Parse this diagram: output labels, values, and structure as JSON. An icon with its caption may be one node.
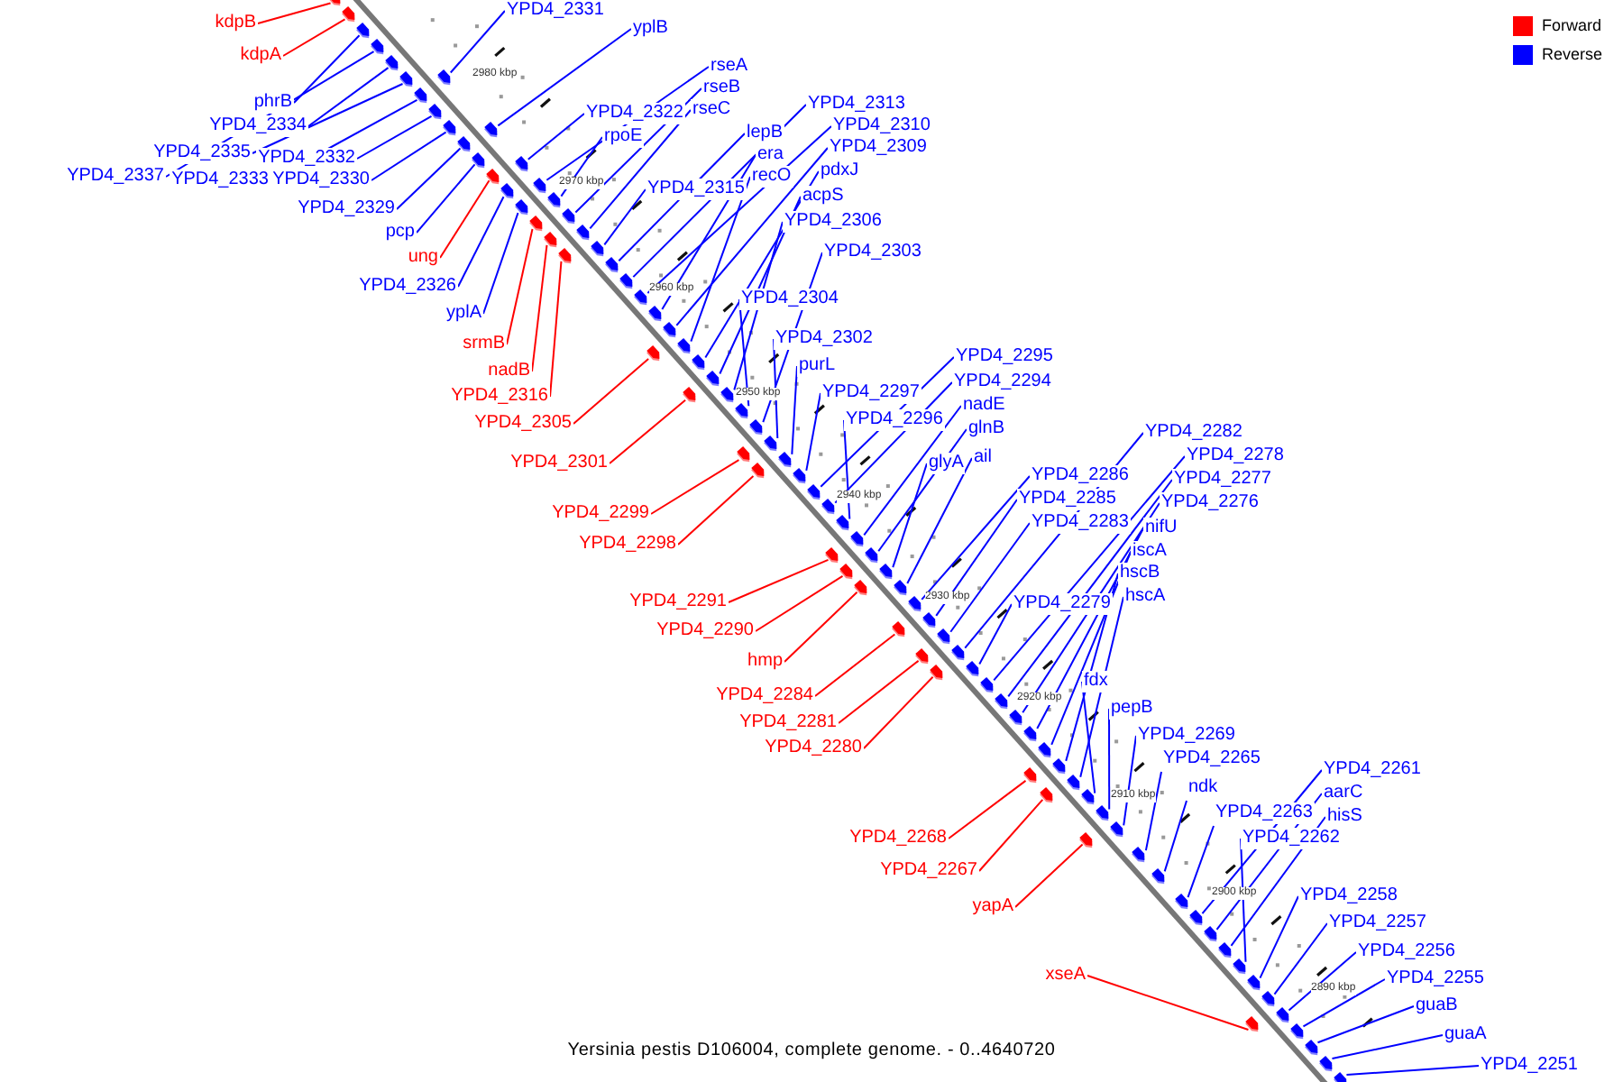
{
  "diagram": {
    "caption": "Yersinia pestis D106004, complete genome. - 0..4640720",
    "nodes": [
      {
        "text": [
          "kdpB"
        ]
      },
      {
        "text": [
          "kdpA"
        ]
      },
      {
        "text": [
          "phrB"
        ]
      },
      {
        "text": [
          "YPD4_2334"
        ]
      },
      {
        "text": [
          "YPD4_2335"
        ]
      },
      {
        "text": [
          "YPD4_2332"
        ]
      },
      {
        "text": [
          "YPD4_2337"
        ]
      },
      {
        "text": [
          "YPD4_2333"
        ]
      },
      {
        "text": [
          "YPD4_2330"
        ]
      },
      {
        "text": [
          "YPD4_2329"
        ]
      },
      {
        "text": [
          "pcp"
        ]
      },
      {
        "text": [
          "ung"
        ]
      },
      {
        "text": [
          "YPD4_2326"
        ]
      },
      {
        "text": [
          "yplA"
        ]
      },
      {
        "text": [
          "srmB"
        ]
      },
      {
        "text": [
          "nadB"
        ]
      },
      {
        "text": [
          "YPD4_2316"
        ]
      },
      {
        "text": [
          "YPD4_2305"
        ]
      },
      {
        "text": [
          "YPD4_2301"
        ]
      },
      {
        "text": [
          "YPD4_2299"
        ]
      },
      {
        "text": [
          "YPD4_2298"
        ]
      },
      {
        "text": [
          "YPD4_2291"
        ]
      },
      {
        "text": [
          "YPD4_2290"
        ]
      },
      {
        "text": [
          "hmp"
        ]
      },
      {
        "text": [
          "YPD4_2284"
        ]
      },
      {
        "text": [
          "YPD4_2281"
        ]
      },
      {
        "text": [
          "YPD4_2280"
        ]
      },
      {
        "text": [
          "YPD4_2268"
        ]
      },
      {
        "text": [
          "YPD4_2267"
        ]
      },
      {
        "text": [
          "yapA"
        ]
      },
      {
        "text": [
          "xseA"
        ]
      },
      {
        "text": [
          "YPD4_2331"
        ]
      },
      {
        "text": [
          "yplB"
        ]
      },
      {
        "text": [
          "rseA"
        ]
      },
      {
        "text": [
          "rseB"
        ]
      },
      {
        "text": [
          "rseC"
        ]
      },
      {
        "text": [
          "YPD4_2322"
        ]
      },
      {
        "text": [
          "rpoE"
        ]
      },
      {
        "text": [
          "YPD4_2313"
        ]
      },
      {
        "text": [
          "lepB"
        ]
      },
      {
        "text": [
          "YPD4_2310"
        ]
      },
      {
        "text": [
          "era"
        ]
      },
      {
        "text": [
          "YPD4_2309"
        ]
      },
      {
        "text": [
          "recO"
        ]
      },
      {
        "text": [
          "pdxJ"
        ]
      },
      {
        "text": [
          "YPD4_2315"
        ]
      },
      {
        "text": [
          "acpS"
        ]
      },
      {
        "text": [
          "YPD4_2306"
        ]
      },
      {
        "text": [
          "YPD4_2303"
        ]
      },
      {
        "text": [
          "YPD4_2304"
        ]
      },
      {
        "text": [
          "YPD4_2302"
        ]
      },
      {
        "text": [
          "purL"
        ]
      },
      {
        "text": [
          "YPD4_2297"
        ]
      },
      {
        "text": [
          "YPD4_2295"
        ]
      },
      {
        "text": [
          "YPD4_2294"
        ]
      },
      {
        "text": [
          "YPD4_2296"
        ]
      },
      {
        "text": [
          "nadE"
        ]
      },
      {
        "text": [
          "glnB"
        ]
      },
      {
        "text": [
          "glyA"
        ]
      },
      {
        "text": [
          "ail"
        ]
      },
      {
        "text": [
          "YPD4_2286"
        ]
      },
      {
        "text": [
          "YPD4_2285"
        ]
      },
      {
        "text": [
          "YPD4_2283"
        ]
      },
      {
        "text": [
          "YPD4_2282"
        ]
      },
      {
        "text": [
          "YPD4_2278"
        ]
      },
      {
        "text": [
          "YPD4_2277"
        ]
      },
      {
        "text": [
          "YPD4_2276"
        ]
      },
      {
        "text": [
          "nifU"
        ]
      },
      {
        "text": [
          "iscA"
        ]
      },
      {
        "text": [
          "hscB"
        ]
      },
      {
        "text": [
          "YPD4_2279"
        ]
      },
      {
        "text": [
          "hscA"
        ]
      },
      {
        "text": [
          "fdx"
        ]
      },
      {
        "text": [
          "pepB"
        ]
      },
      {
        "text": [
          "YPD4_2269"
        ]
      },
      {
        "text": [
          "YPD4_2265"
        ]
      },
      {
        "text": [
          "ndk"
        ]
      },
      {
        "text": [
          "YPD4_2263"
        ]
      },
      {
        "text": [
          "YPD4_2261"
        ]
      },
      {
        "text": [
          "aarC"
        ]
      },
      {
        "text": [
          "hisS"
        ]
      },
      {
        "text": [
          "YPD4_2262"
        ]
      },
      {
        "text": [
          "YPD4_2258"
        ]
      },
      {
        "text": [
          "YPD4_2257"
        ]
      },
      {
        "text": [
          "YPD4_2256"
        ]
      },
      {
        "text": [
          "YPD4_2255"
        ]
      },
      {
        "text": [
          "guaB"
        ]
      },
      {
        "text": [
          "guaA"
        ]
      },
      {
        "text": [
          "YPD4_2251"
        ]
      },
      {
        "text": [],
        "shape": "arrow"
      },
      {
        "text": [],
        "shape": "arrow"
      },
      {
        "text": [],
        "shape": "arrow"
      },
      {
        "text": [],
        "shape": "arrow"
      },
      {
        "text": [],
        "shape": "arrow"
      },
      {
        "text": [],
        "shape": "arrow"
      },
      {
        "text": [],
        "shape": "arrow"
      },
      {
        "text": [],
        "shape": "arrow"
      },
      {
        "text": [],
        "shape": "arrow"
      },
      {
        "text": [],
        "shape": "arrow"
      },
      {
        "text": [],
        "shape": "arrow"
      },
      {
        "text": [],
        "shape": "arrow"
      },
      {
        "text": [],
        "shape": "arrow"
      },
      {
        "text": [],
        "shape": "arrow"
      },
      {
        "text": [],
        "shape": "arrow"
      },
      {
        "text": [],
        "shape": "arrow"
      },
      {
        "text": [],
        "shape": "arrow"
      },
      {
        "text": [],
        "shape": "arrow"
      },
      {
        "text": [],
        "shape": "arrow"
      },
      {
        "text": [],
        "shape": "arrow"
      },
      {
        "text": [],
        "shape": "arrow"
      },
      {
        "text": [],
        "shape": "arrow"
      },
      {
        "text": [],
        "shape": "arrow"
      },
      {
        "text": [],
        "shape": "arrow"
      },
      {
        "text": [],
        "shape": "arrow"
      },
      {
        "text": [],
        "shape": "arrow"
      },
      {
        "text": [],
        "shape": "arrow"
      },
      {
        "text": [],
        "shape": "arrow"
      },
      {
        "text": [],
        "shape": "arrow"
      },
      {
        "text": [],
        "shape": "arrow"
      },
      {
        "text": [],
        "shape": "arrow"
      },
      {
        "text": [],
        "shape": "arrow"
      },
      {
        "text": [],
        "shape": "arrow"
      },
      {
        "text": [],
        "shape": "arrow"
      },
      {
        "text": [],
        "shape": "arrow"
      },
      {
        "text": [],
        "shape": "arrow"
      },
      {
        "text": [],
        "shape": "arrow"
      },
      {
        "text": [],
        "shape": "arrow"
      },
      {
        "text": [],
        "shape": "arrow"
      },
      {
        "text": [],
        "shape": "arrow"
      },
      {
        "text": [],
        "shape": "arrow"
      },
      {
        "text": [],
        "shape": "arrow"
      },
      {
        "text": [],
        "shape": "arrow"
      },
      {
        "text": [],
        "shape": "arrow"
      },
      {
        "text": [],
        "shape": "arrow"
      },
      {
        "text": [],
        "shape": "arrow"
      },
      {
        "text": [],
        "shape": "arrow"
      },
      {
        "text": [],
        "shape": "arrow"
      },
      {
        "text": [],
        "shape": "arrow"
      },
      {
        "text": [],
        "shape": "arrow"
      },
      {
        "text": [],
        "shape": "arrow"
      },
      {
        "text": [],
        "shape": "arrow"
      },
      {
        "text": [],
        "shape": "arrow"
      },
      {
        "text": [],
        "shape": "arrow"
      },
      {
        "text": [],
        "shape": "arrow"
      },
      {
        "text": [],
        "shape": "arrow"
      },
      {
        "text": [],
        "shape": "arrow"
      },
      {
        "text": [],
        "shape": "arrow"
      },
      {
        "text": [],
        "shape": "arrow"
      },
      {
        "text": [],
        "shape": "arrow"
      },
      {
        "text": [],
        "shape": "arrow"
      },
      {
        "text": [],
        "shape": "arrow"
      },
      {
        "text": [],
        "shape": "arrow"
      },
      {
        "text": [],
        "shape": "arrow"
      },
      {
        "text": [],
        "shape": "arrow"
      },
      {
        "text": [],
        "shape": "arrow"
      },
      {
        "text": [],
        "shape": "arrow"
      },
      {
        "text": [],
        "shape": "arrow"
      },
      {
        "text": [],
        "shape": "arrow"
      },
      {
        "text": [],
        "shape": "arrow"
      },
      {
        "text": [],
        "shape": "arrow"
      },
      {
        "text": [],
        "shape": "arrow"
      },
      {
        "text": [],
        "shape": "arrow"
      },
      {
        "text": [],
        "shape": "arrow"
      },
      {
        "text": [],
        "shape": "arrow"
      },
      {
        "text": [],
        "shape": "arrow"
      },
      {
        "text": [],
        "shape": "arrow"
      },
      {
        "text": [],
        "shape": "arrow"
      },
      {
        "text": [],
        "shape": "arrow"
      },
      {
        "text": [],
        "shape": "arrow"
      },
      {
        "text": [],
        "shape": "arrow"
      },
      {
        "text": [],
        "shape": "arrow"
      },
      {
        "text": [],
        "shape": "arrow"
      },
      {
        "text": [],
        "shape": "arrow"
      },
      {
        "text": [],
        "shape": "arrow"
      },
      {
        "text": [],
        "shape": "arrow"
      },
      {
        "text": [],
        "shape": "arrow"
      },
      {
        "text": [],
        "shape": "arrow"
      },
      {
        "text": [],
        "shape": "arrow"
      }
    ],
    "edges": [
      {
        "from": 0,
        "to": 89,
        "arrow": "none",
        "color": "#ff0000"
      },
      {
        "from": 1,
        "to": 90,
        "arrow": "none",
        "color": "#ff0000"
      },
      {
        "from": 2,
        "to": 91,
        "arrow": "none"
      },
      {
        "from": 3,
        "to": 92,
        "arrow": "none"
      },
      {
        "from": 4,
        "to": 93,
        "arrow": "none"
      },
      {
        "from": 5,
        "to": 94,
        "arrow": "none"
      },
      {
        "from": 6,
        "to": 95,
        "arrow": "none"
      },
      {
        "from": 7,
        "to": 96,
        "arrow": "none"
      },
      {
        "from": 8,
        "to": 97,
        "arrow": "none"
      },
      {
        "from": 9,
        "to": 98,
        "arrow": "none"
      },
      {
        "from": 10,
        "to": 99,
        "arrow": "none"
      },
      {
        "from": 11,
        "to": 100,
        "arrow": "none",
        "color": "#ff0000"
      },
      {
        "from": 12,
        "to": 101,
        "arrow": "none"
      },
      {
        "from": 13,
        "to": 102,
        "arrow": "none"
      },
      {
        "from": 14,
        "to": 103,
        "arrow": "none",
        "color": "#ff0000"
      },
      {
        "from": 15,
        "to": 104,
        "arrow": "none",
        "color": "#ff0000"
      },
      {
        "from": 16,
        "to": 105,
        "arrow": "none",
        "color": "#ff0000"
      },
      {
        "from": 17,
        "to": 106,
        "arrow": "none",
        "color": "#ff0000"
      },
      {
        "from": 18,
        "to": 107,
        "arrow": "none",
        "color": "#ff0000"
      },
      {
        "from": 19,
        "to": 108,
        "arrow": "none",
        "color": "#ff0000"
      },
      {
        "from": 20,
        "to": 109,
        "arrow": "none",
        "color": "#ff0000"
      },
      {
        "from": 21,
        "to": 110,
        "arrow": "none",
        "color": "#ff0000"
      },
      {
        "from": 22,
        "to": 111,
        "arrow": "none",
        "color": "#ff0000"
      },
      {
        "from": 23,
        "to": 112,
        "arrow": "none",
        "color": "#ff0000"
      },
      {
        "from": 24,
        "to": 113,
        "arrow": "none",
        "color": "#ff0000"
      },
      {
        "from": 25,
        "to": 114,
        "arrow": "none",
        "color": "#ff0000"
      },
      {
        "from": 26,
        "to": 115,
        "arrow": "none",
        "color": "#ff0000"
      },
      {
        "from": 27,
        "to": 116,
        "arrow": "none",
        "color": "#ff0000"
      },
      {
        "from": 28,
        "to": 117,
        "arrow": "none",
        "color": "#ff0000"
      },
      {
        "from": 29,
        "to": 118,
        "arrow": "none",
        "color": "#ff0000"
      },
      {
        "from": 30,
        "to": 119,
        "arrow": "none",
        "color": "#ff0000"
      },
      {
        "from": 31,
        "to": 120,
        "arrow": "none"
      },
      {
        "from": 32,
        "to": 121,
        "arrow": "none"
      },
      {
        "from": 33,
        "to": 122,
        "arrow": "none"
      },
      {
        "from": 34,
        "to": 123,
        "arrow": "none"
      },
      {
        "from": 35,
        "to": 124,
        "arrow": "none"
      },
      {
        "from": 36,
        "to": 125,
        "arrow": "none"
      },
      {
        "from": 37,
        "to": 126,
        "arrow": "none"
      },
      {
        "from": 38,
        "to": 127,
        "arrow": "none"
      },
      {
        "from": 39,
        "to": 128,
        "arrow": "none"
      },
      {
        "from": 40,
        "to": 129,
        "arrow": "none"
      },
      {
        "from": 41,
        "to": 130,
        "arrow": "none"
      },
      {
        "from": 42,
        "to": 131,
        "arrow": "none"
      },
      {
        "from": 43,
        "to": 132,
        "arrow": "none"
      },
      {
        "from": 44,
        "to": 133,
        "arrow": "none"
      },
      {
        "from": 45,
        "to": 134,
        "arrow": "none"
      },
      {
        "from": 46,
        "to": 135,
        "arrow": "none"
      },
      {
        "from": 47,
        "to": 136,
        "arrow": "none"
      },
      {
        "from": 48,
        "to": 137,
        "arrow": "none"
      },
      {
        "from": 49,
        "to": 138,
        "arrow": "none"
      },
      {
        "from": 50,
        "to": 139,
        "arrow": "none"
      },
      {
        "from": 51,
        "to": 140,
        "arrow": "none"
      },
      {
        "from": 52,
        "to": 141,
        "arrow": "none"
      },
      {
        "from": 53,
        "to": 142,
        "arrow": "none"
      },
      {
        "from": 54,
        "to": 143,
        "arrow": "none"
      },
      {
        "from": 55,
        "to": 144,
        "arrow": "none"
      },
      {
        "from": 56,
        "to": 145,
        "arrow": "none"
      },
      {
        "from": 57,
        "to": 146,
        "arrow": "none"
      },
      {
        "from": 58,
        "to": 147,
        "arrow": "none"
      },
      {
        "from": 59,
        "to": 148,
        "arrow": "none"
      },
      {
        "from": 60,
        "to": 149,
        "arrow": "none"
      },
      {
        "from": 61,
        "to": 150,
        "arrow": "none"
      },
      {
        "from": 62,
        "to": 151,
        "arrow": "none"
      },
      {
        "from": 63,
        "to": 152,
        "arrow": "none"
      },
      {
        "from": 64,
        "to": 153,
        "arrow": "none"
      },
      {
        "from": 65,
        "to": 154,
        "arrow": "none"
      },
      {
        "from": 66,
        "to": 155,
        "arrow": "none"
      },
      {
        "from": 67,
        "to": 156,
        "arrow": "none"
      },
      {
        "from": 68,
        "to": 157,
        "arrow": "none"
      },
      {
        "from": 69,
        "to": 158,
        "arrow": "none"
      },
      {
        "from": 70,
        "to": 159,
        "arrow": "none"
      },
      {
        "from": 71,
        "to": 160,
        "arrow": "none"
      },
      {
        "from": 72,
        "to": 161,
        "arrow": "none"
      },
      {
        "from": 73,
        "to": 162,
        "arrow": "none"
      },
      {
        "from": 74,
        "to": 163,
        "arrow": "none"
      },
      {
        "from": 75,
        "to": 164,
        "arrow": "none"
      },
      {
        "from": 76,
        "to": 165,
        "arrow": "none"
      },
      {
        "from": 77,
        "to": 166,
        "arrow": "none"
      },
      {
        "from": 78,
        "to": 167,
        "arrow": "none"
      },
      {
        "from": 79,
        "to": 168,
        "arrow": "none"
      },
      {
        "from": 80,
        "to": 169,
        "arrow": "none"
      },
      {
        "from": 81,
        "to": 170,
        "arrow": "none"
      },
      {
        "from": 82,
        "to": 171,
        "arrow": "none"
      },
      {
        "from": 83,
        "to": 172,
        "arrow": "none"
      },
      {
        "from": 84,
        "to": 173,
        "arrow": "none"
      },
      {
        "from": 85,
        "to": 174,
        "arrow": "none"
      },
      {
        "from": 86,
        "to": 175,
        "arrow": "none"
      },
      {
        "from": 87,
        "to": 176,
        "arrow": "none"
      },
      {
        "from": 88,
        "to": 177,
        "arrow": "none"
      }
    ],
    "labels": [
      "2980 kbp",
      "2970 kbp",
      "2960 kbp",
      "2950 kbp",
      "2940 kbp",
      "2930 kbp",
      "2920 kbp",
      "2910 kbp",
      "2900 kbp",
      "2890 kbp"
    ],
    "legend": [
      {
        "text": "Forward",
        "color": "#ff0000"
      },
      {
        "text": "Reverse",
        "color": "#0000ff"
      }
    ]
  }
}
